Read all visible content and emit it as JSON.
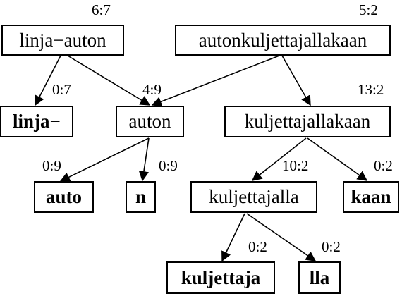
{
  "nodes": {
    "linja_auton": {
      "label": "linja−auton",
      "count": "6:7"
    },
    "autonkuljettajallakaan": {
      "label": "autonkuljettajallakaan",
      "count": "5:2"
    },
    "linja": {
      "label": "linja−",
      "count": "0:7"
    },
    "auton": {
      "label": "auton",
      "count": "4:9"
    },
    "kuljettajallakaan": {
      "label": "kuljettajallakaan",
      "count": "13:2"
    },
    "auto": {
      "label": "auto",
      "count": "0:9"
    },
    "n": {
      "label": "n",
      "count": "0:9"
    },
    "kuljettajalla": {
      "label": "kuljettajalla",
      "count": "10:2"
    },
    "kaan": {
      "label": "kaan",
      "count": "0:2"
    },
    "kuljettaja": {
      "label": "kuljettaja",
      "count": "0:2"
    },
    "lla": {
      "label": "lla",
      "count": "0:2"
    }
  }
}
